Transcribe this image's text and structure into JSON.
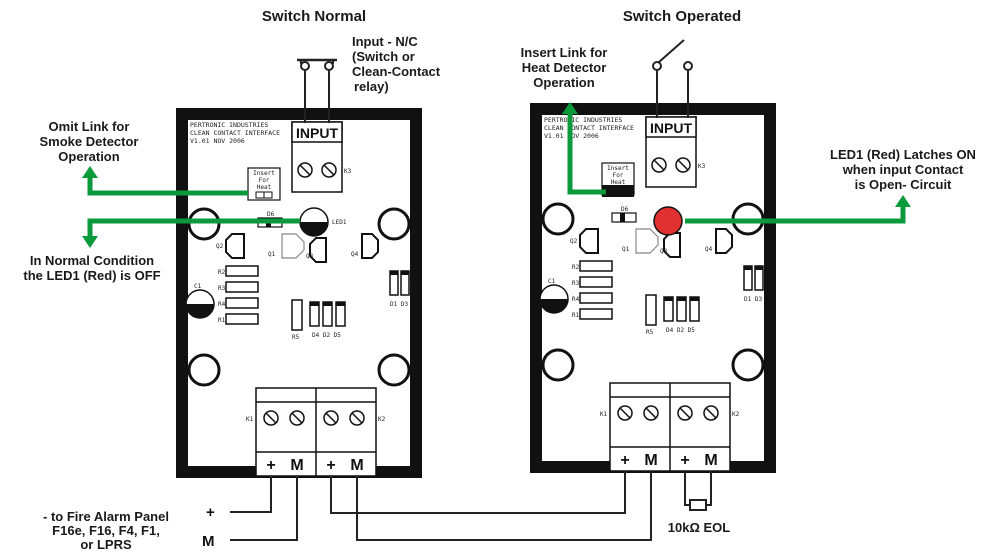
{
  "headers": {
    "left": "Switch Normal",
    "right": "Switch Operated"
  },
  "board_text": {
    "line1": "PERTRONIC INDUSTRIES",
    "line2": "CLEAN CONTACT INTERFACE",
    "line3": "V1.01 NOV 2006",
    "input": "INPUT",
    "link_l1": "Insert",
    "link_l2": "For",
    "link_l3": "Heat",
    "led": "LED1",
    "d6": "D6",
    "q1": "Q1",
    "q2": "Q2",
    "q3": "Q3",
    "q4": "Q4",
    "r1": "R1",
    "r2": "R2",
    "r3": "R3",
    "r4": "R4",
    "r5": "R5",
    "c1": "C1",
    "d1d3": "D1 D3",
    "d4d2d5": "D4 D2 D5",
    "k1": "K1",
    "k2": "K2",
    "k3": "K3",
    "plus": "+",
    "minus": "M"
  },
  "annotations": {
    "input_nc": [
      "Input - N/C",
      "(Switch or",
      "Clean-Contact",
      "relay)"
    ],
    "omit_link": [
      "Omit Link for",
      "Smoke Detector",
      "Operation"
    ],
    "normal_condition": [
      "In Normal Condition",
      "the LED1 (Red) is OFF"
    ],
    "insert_link": [
      "Insert Link for",
      "Heat Detector",
      "Operation"
    ],
    "led_latches": [
      "LED1 (Red) Latches ON",
      "when input Contact",
      "is Open- Circuit"
    ],
    "panel": [
      "- to Fire Alarm Panel",
      "F16e, F16, F4, F1,",
      "or LPRS"
    ],
    "plus": "+",
    "m": "M",
    "eol": "10kΩ EOL"
  },
  "colors": {
    "arrow_green": "#0a9a3c",
    "led_red": "#e03030",
    "board_frame": "#111111",
    "wire": "#222222"
  }
}
